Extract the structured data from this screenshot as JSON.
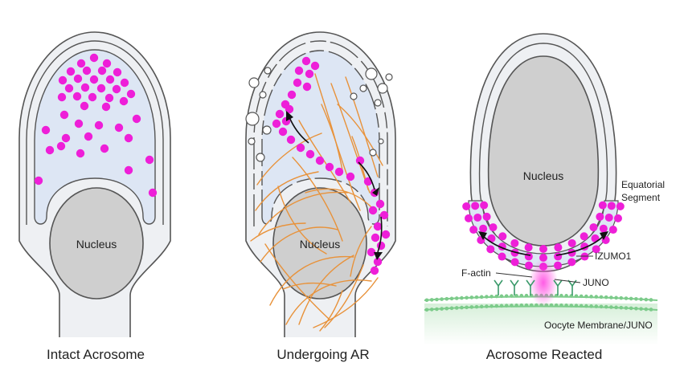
{
  "panels": {
    "intact": {
      "caption": "Intact Acrosome",
      "nucleus_label": "Nucleus"
    },
    "undergoing": {
      "caption": "Undergoing AR",
      "nucleus_label": "Nucleus"
    },
    "reacted": {
      "caption": "Acrosome Reacted",
      "nucleus_label": "Nucleus",
      "equatorial_label_line1": "Equatorial",
      "equatorial_label_line2": "Segment",
      "izumo_label": "IZUMO1",
      "factin_label": "F-actin",
      "juno_label": "JUNO",
      "membrane_label": "Oocyte Membrane/JUNO"
    }
  },
  "colors": {
    "granule": "#ee1fd8",
    "actin": "#e8923a",
    "acrosome_fill": "#dde6f4",
    "cell_fill": "#eef0f3",
    "nucleus_fill": "#cfcfcf",
    "membrane_green": "#7ccb8a"
  }
}
